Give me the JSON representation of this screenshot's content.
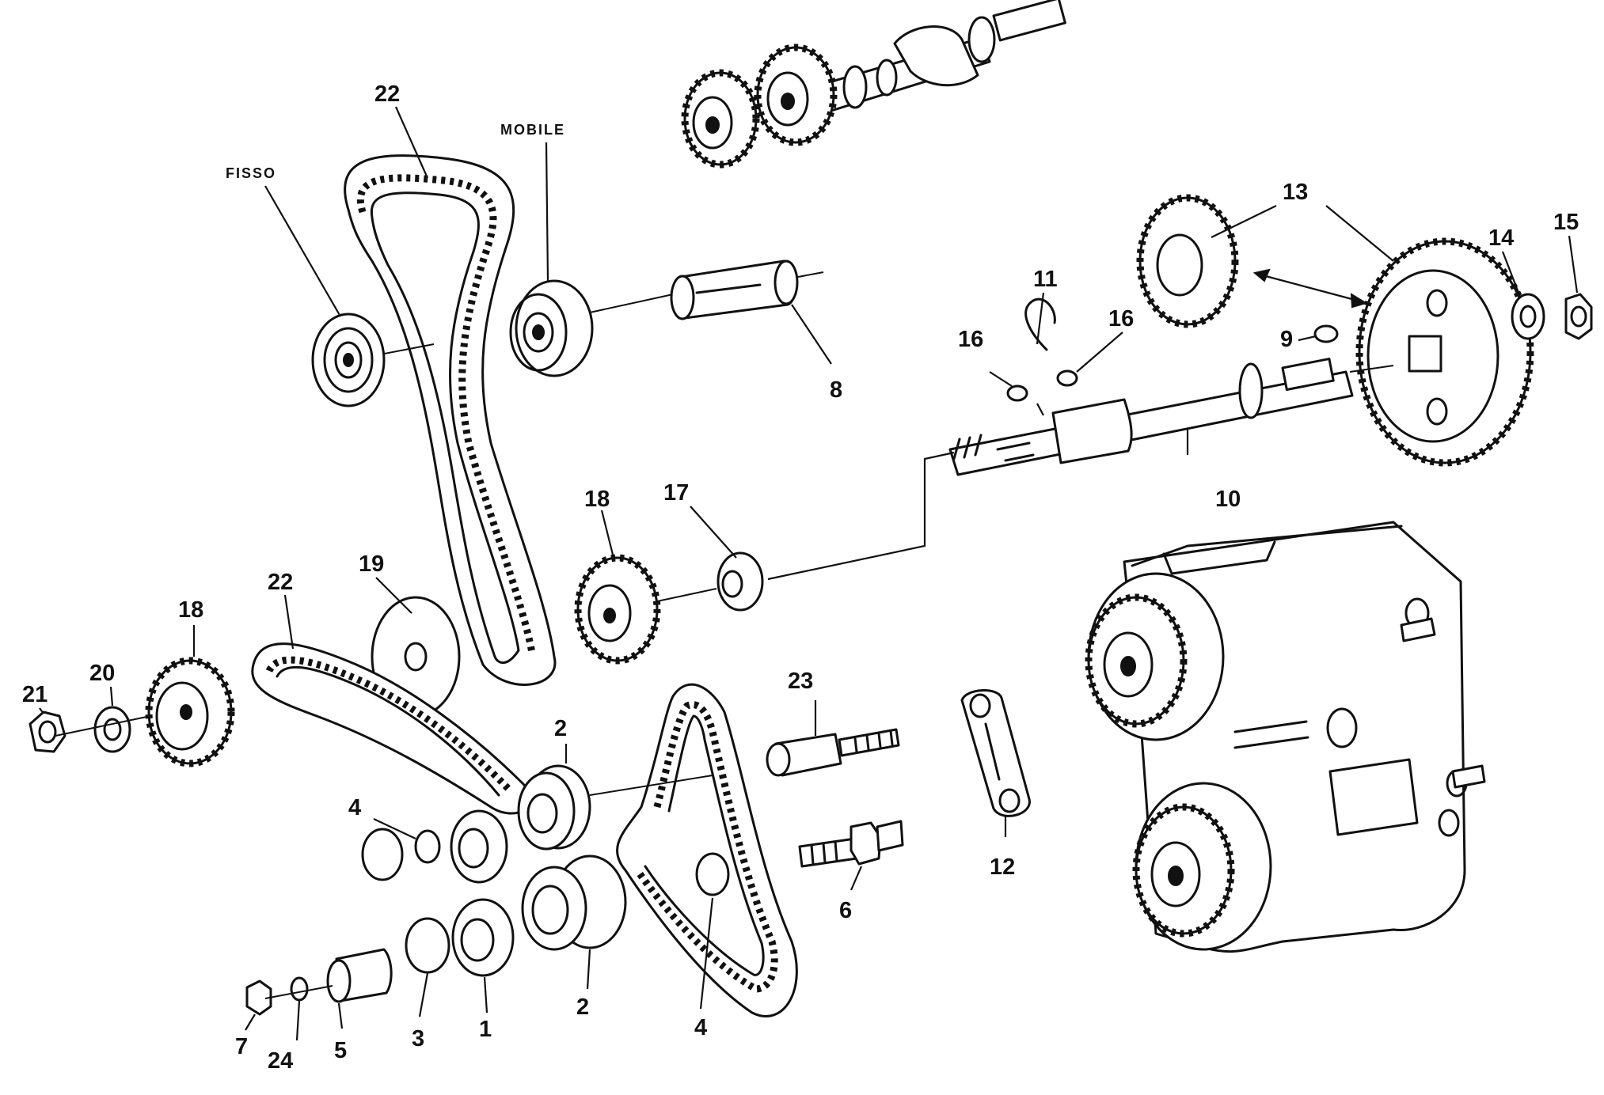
{
  "words": {
    "fisso": "FISSO",
    "mobile": "MOBILE"
  },
  "numbers": {
    "n1": "1",
    "n2": "2",
    "n3": "3",
    "n4": "4",
    "n5": "5",
    "n6": "6",
    "n7": "7",
    "n8": "8",
    "n9": "9",
    "n10": "10",
    "n11": "11",
    "n12": "12",
    "n13": "13",
    "n14": "14",
    "n15": "15",
    "n16": "16",
    "n17": "17",
    "n18": "18",
    "n19": "19",
    "n20": "20",
    "n21": "21",
    "n22": "22",
    "n23": "23",
    "n24": "24"
  }
}
